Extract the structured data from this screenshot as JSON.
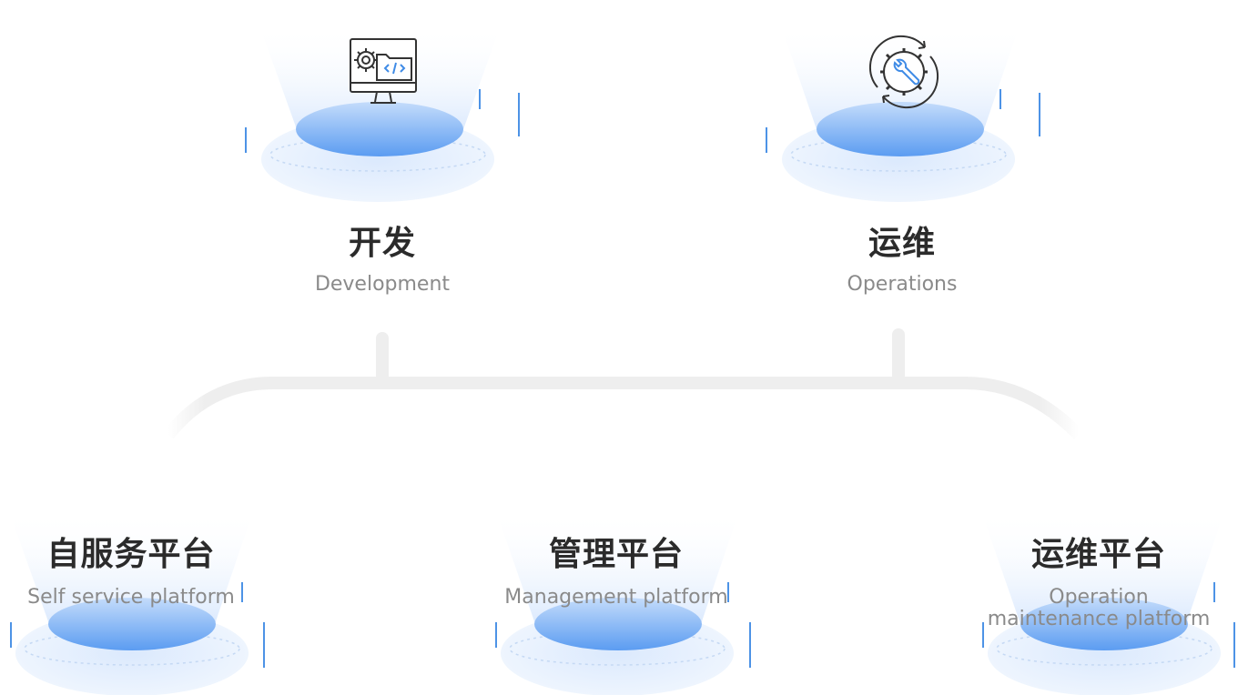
{
  "top_nodes": [
    {
      "title": "开发",
      "subtitle": "Development",
      "icon": "monitor-code-gear-icon"
    },
    {
      "title": "运维",
      "subtitle": "Operations",
      "icon": "gear-wrench-cycle-icon"
    }
  ],
  "bottom_nodes": [
    {
      "title": "自服务平台",
      "subtitle": "Self service platform"
    },
    {
      "title": "管理平台",
      "subtitle": "Management platform"
    },
    {
      "title": "运维平台",
      "subtitle": "Operation maintenance platform"
    }
  ],
  "colors": {
    "platform_blue": "#5a9df0",
    "glow_blue": "#d8e8fd",
    "connector_gray": "#eeeeee",
    "title_text": "#2b2b2b",
    "subtitle_text": "#8a8a8a",
    "icon_accent": "#3f8be6"
  }
}
